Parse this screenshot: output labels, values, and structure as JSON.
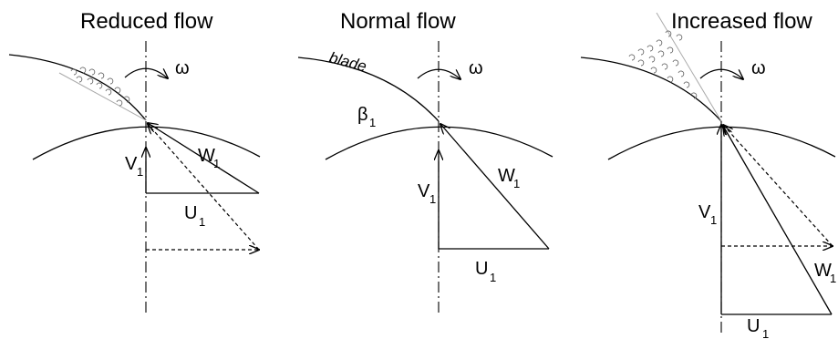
{
  "panels": [
    {
      "title": "Reduced flow",
      "omega": "ω",
      "v_label": "V",
      "v_sub": "1",
      "w_label": "W",
      "w_sub": "1",
      "u_label": "U",
      "u_sub": "1"
    },
    {
      "title": "Normal flow",
      "omega": "ω",
      "blade_label": "blade",
      "beta_label": "β",
      "beta_sub": "1",
      "v_label": "V",
      "v_sub": "1",
      "w_label": "W",
      "w_sub": "1",
      "u_label": "U",
      "u_sub": "1"
    },
    {
      "title": "Increased flow",
      "omega": "ω",
      "v_label": "V",
      "v_sub": "1",
      "w_label": "W",
      "w_sub": "1",
      "u_label": "U",
      "u_sub": "1"
    }
  ]
}
